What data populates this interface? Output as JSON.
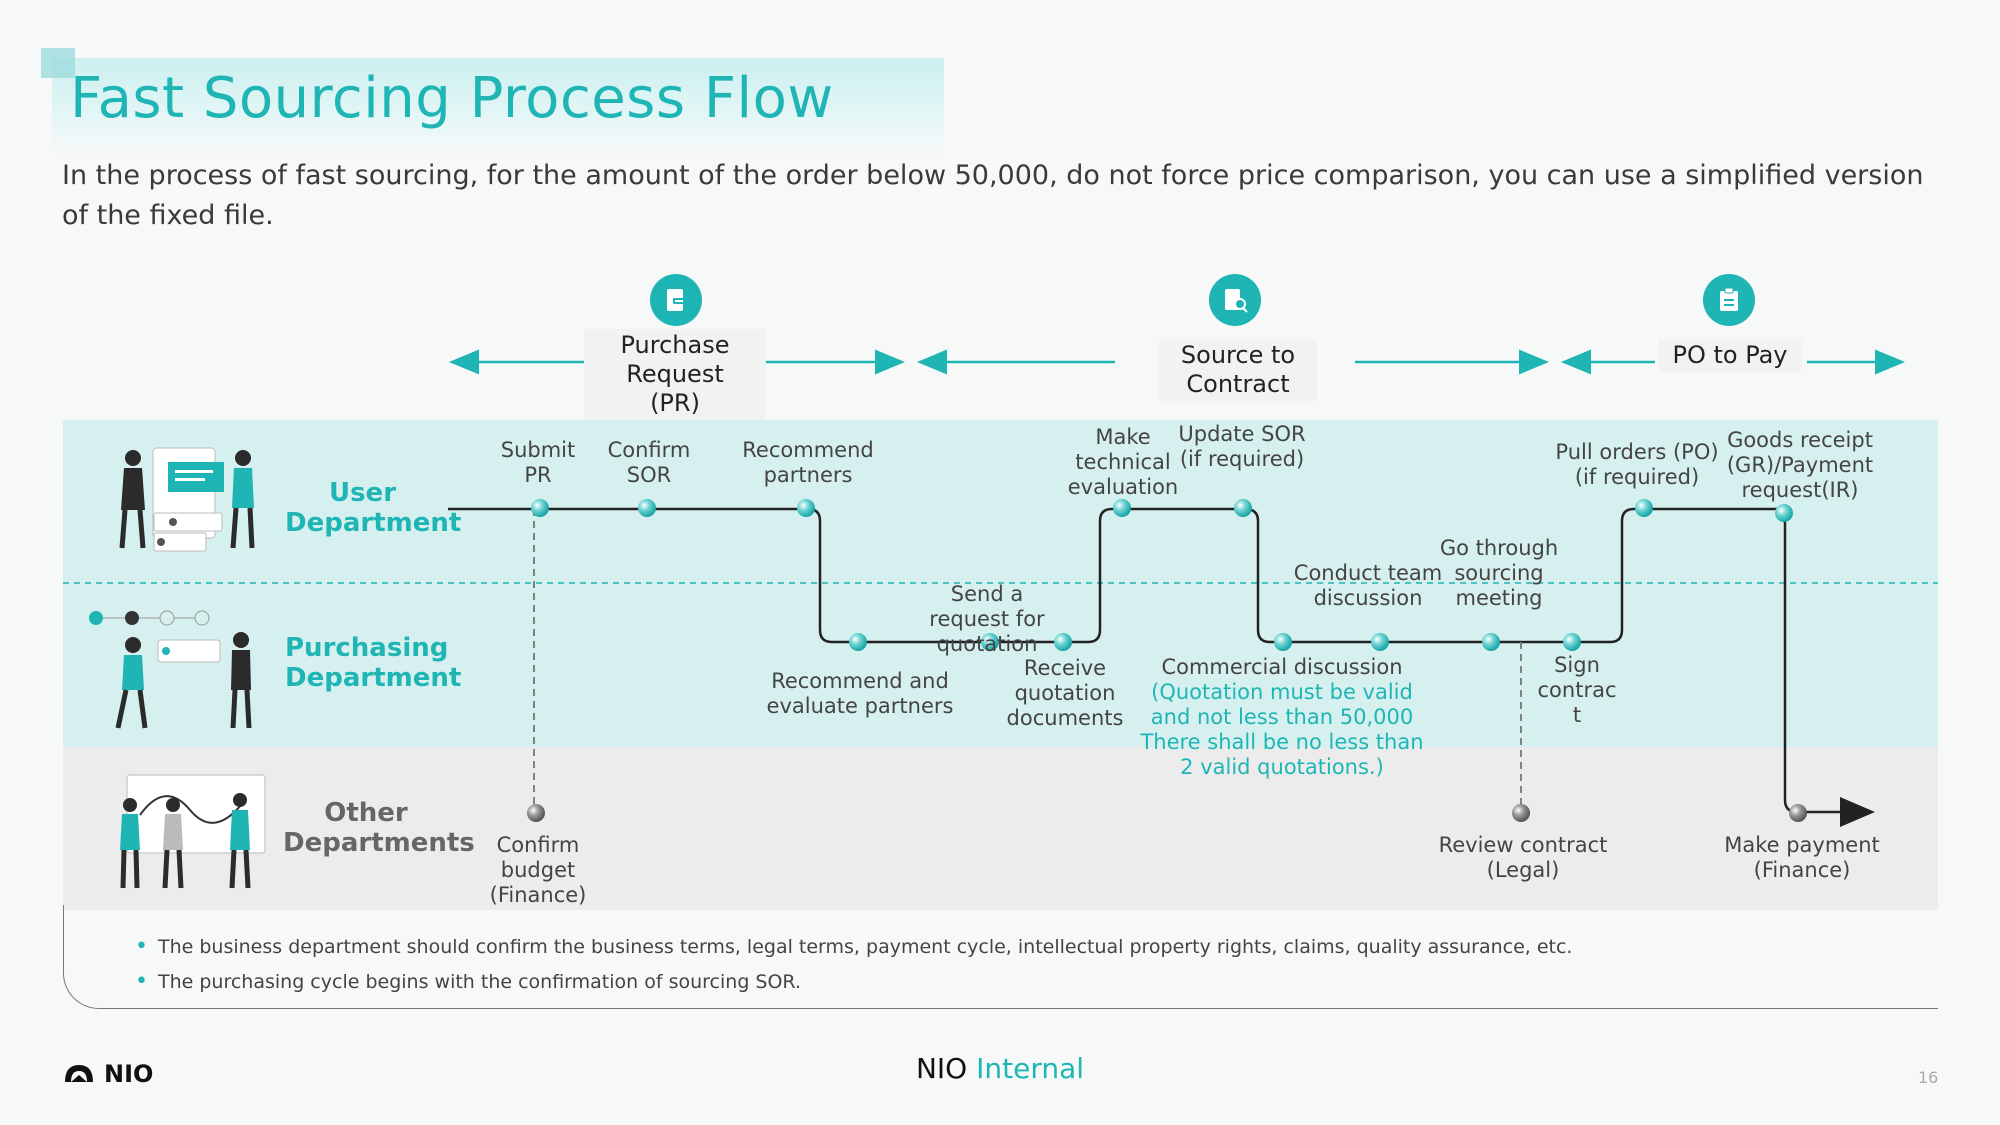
{
  "title": "Fast Sourcing Process Flow",
  "subtitle": "In the process of fast sourcing, for the amount of the order below 50,000, do not force price comparison, you can use a simplified version of the fixed file.",
  "phases": [
    {
      "label": "Purchase Request (PR)",
      "icon": "document-icon"
    },
    {
      "label": "Source to Contract",
      "icon": "search-document-icon"
    },
    {
      "label": "PO to Pay",
      "icon": "clipboard-icon"
    }
  ],
  "departments": {
    "user": "User Department",
    "purchasing": "Purchasing Department",
    "other": "Other Departments"
  },
  "steps": {
    "submit_pr": "Submit PR",
    "confirm_sor": "Confirm SOR",
    "recommend_partners": "Recommend partners",
    "make_tech_eval": "Make technical evaluation",
    "update_sor": "Update SOR (if required)",
    "pull_orders": "Pull orders (PO) (if required)",
    "goods_receipt": "Goods receipt (GR)/Payment request(IR)",
    "send_request": "Send a request for quotation",
    "conduct_team": "Conduct team discussion",
    "go_through": "Go through sourcing meeting",
    "recommend_evaluate": "Recommend and evaluate partners",
    "receive_quotation": "Receive quotation documents",
    "commercial_discussion": "Commercial discussion",
    "commercial_note": "(Quotation must be valid and not less than 50,000 There shall be no less than 2 valid quotations.)",
    "sign_contract": "Sign contrac t",
    "confirm_budget": "Confirm budget (Finance)",
    "review_contract": "Review contract (Legal)",
    "make_payment": "Make payment (Finance)"
  },
  "notes": [
    "The business department should confirm the business terms, legal terms, payment cycle, intellectual property rights, claims, quality assurance, etc.",
    "The purchasing cycle begins with the confirmation of sourcing SOR."
  ],
  "footer": {
    "logo_text": "NIO",
    "brand": "NIO",
    "classification": "Internal",
    "page_number": "16"
  },
  "colors": {
    "accent": "#1fb5b5",
    "band_teal": "#d6f0ef",
    "band_grey": "#ececec"
  }
}
